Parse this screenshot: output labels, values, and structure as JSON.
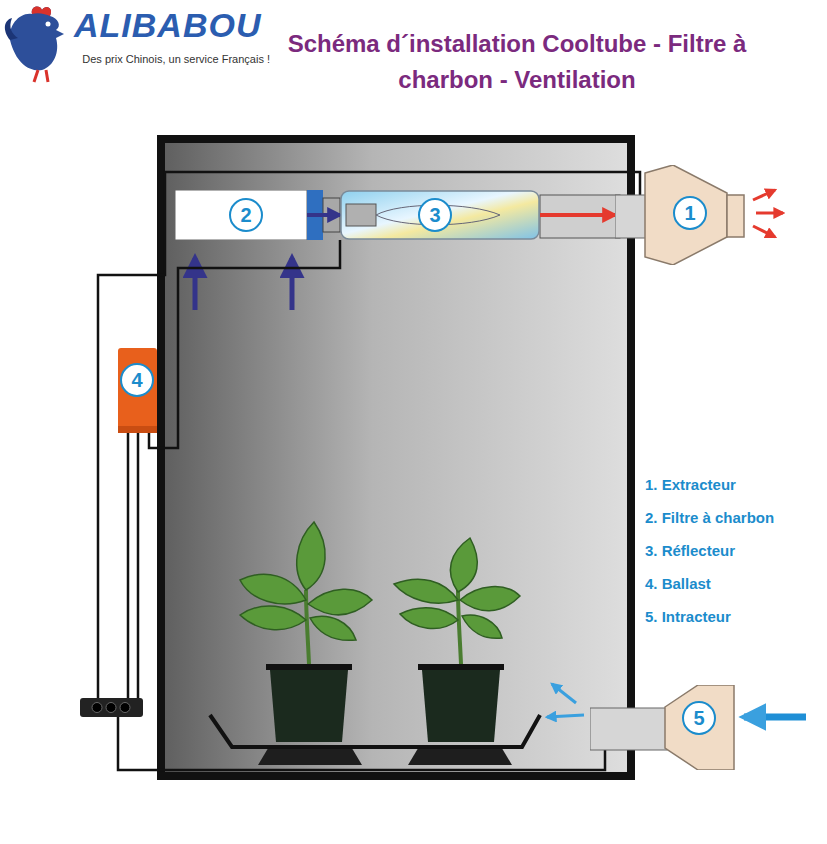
{
  "diagram": {
    "title": "Schéma d´installation Cooltube - Filtre à charbon - Ventilation",
    "nodes": [
      {
        "text": [
          "2"
        ]
      },
      {
        "text": [
          "3"
        ]
      },
      {
        "text": [
          "1"
        ]
      },
      {
        "text": [
          "4"
        ]
      },
      {
        "text": [
          "5"
        ]
      }
    ],
    "edges": [
      {
        "from": 0,
        "to": 1,
        "arrow": "to"
      },
      {
        "from": 1,
        "to": 2,
        "arrow": "to"
      },
      {
        "from": 3,
        "to": 1,
        "arrow": "none"
      }
    ],
    "labels": [
      "ALIBABOU",
      "Des prix Chinois, un service Français !",
      "1. Extracteur",
      "2. Filtre à charbon",
      "3. Réflecteur",
      "4. Ballast",
      "5. Intracteur"
    ]
  }
}
